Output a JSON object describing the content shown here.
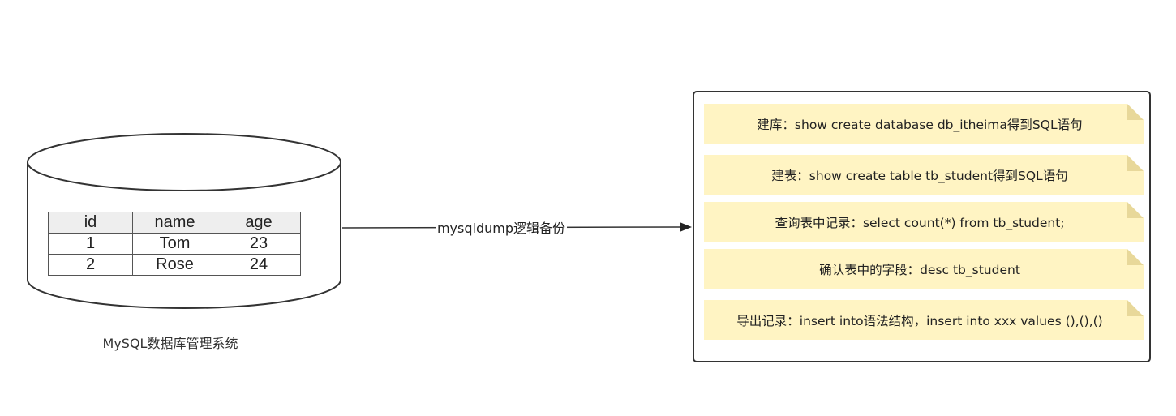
{
  "database": {
    "table": {
      "columns": [
        "id",
        "name",
        "age"
      ],
      "rows": [
        [
          "1",
          "Tom",
          "23"
        ],
        [
          "2",
          "Rose",
          "24"
        ]
      ]
    },
    "caption": "MySQL数据库管理系统"
  },
  "arrow": {
    "label": "mysqldump逻辑备份"
  },
  "output_panel": {
    "notes": [
      "建库：show create database db_itheima得到SQL语句",
      "建表：show create table tb_student得到SQL语句",
      "查询表中记录：select count(*) from tb_student;",
      "确认表中的字段：desc tb_student",
      "导出记录：insert into语法结构，insert into xxx values (),(),()"
    ]
  },
  "colors": {
    "note_fill": "#fff4c3",
    "note_fold": "#e8d89a",
    "stroke": "#333333",
    "table_header": "#eeeeee"
  }
}
